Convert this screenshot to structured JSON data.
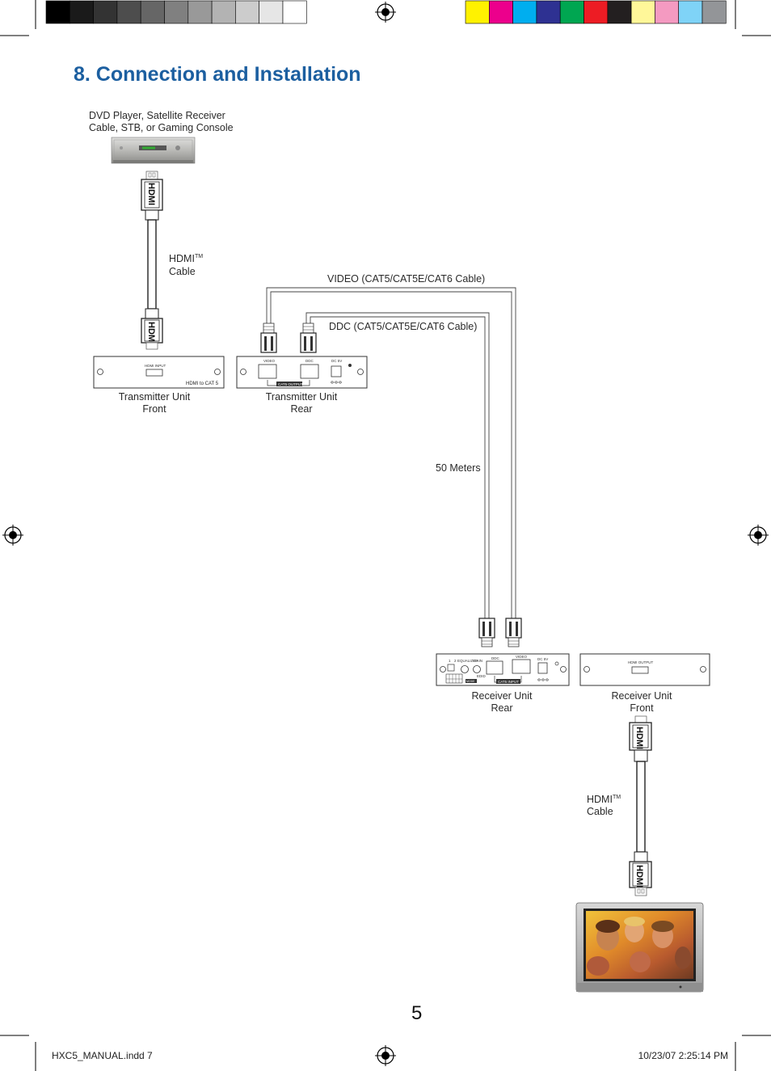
{
  "title": "8. Connection and Installation",
  "colors": {
    "title": "#1c5fa0",
    "gray_swatches": [
      "#000000",
      "#1a1a1a",
      "#333333",
      "#4d4d4d",
      "#666666",
      "#808080",
      "#999999",
      "#b3b3b3",
      "#cccccc",
      "#e6e6e6",
      "#ffffff"
    ],
    "color_swatches": [
      "#fff200",
      "#ec008c",
      "#00aeef",
      "#2e3192",
      "#00a651",
      "#ed1c24",
      "#231f20",
      "#fff799",
      "#f49ac1",
      "#7fd3f7",
      "#939598"
    ]
  },
  "source": {
    "line1": "DVD Player, Satellite Receiver",
    "line2": "Cable, STB, or Gaming Console"
  },
  "hdmi_cable_top": {
    "line1": "HDMI",
    "tm": "TM",
    "line2": "Cable"
  },
  "hdmi_cable_bottom": {
    "line1": "HDMI",
    "tm": "TM",
    "line2": "Cable"
  },
  "connector_logo": "HDMI",
  "video_cable": "VIDEO (CAT5/CAT5E/CAT6 Cable)",
  "ddc_cable": "DDC (CAT5/CAT5E/CAT6 Cable)",
  "distance": "50 Meters",
  "tx_front": {
    "line1": "Transmitter Unit",
    "line2": "Front",
    "port_label": "HDMI INPUT",
    "logo": "HDMI to CAT 5"
  },
  "tx_rear": {
    "line1": "Transmitter Unit",
    "line2": "Rear",
    "video": "VIDEO",
    "ddc": "DDC",
    "dc": "DC 5V",
    "output": "CAT5 OUTPUT"
  },
  "rx_rear": {
    "line1": "Receiver Unit",
    "line2": "Rear",
    "s1": "1",
    "s2": "2",
    "equalizer": "EQUALIZER",
    "gain": "GAIN",
    "ddc": "DDC",
    "video": "VIDEO",
    "dc": "DC 5V",
    "input": "CAT5 INPUT",
    "small": "EDID",
    "mini": "MODE"
  },
  "rx_front": {
    "line1": "Receiver Unit",
    "line2": "Front",
    "port_label": "HDMI OUTPUT"
  },
  "page_number": "5",
  "footer": {
    "file": "HXC5_MANUAL.indd   7",
    "date": "10/23/07   2:25:14 PM"
  }
}
